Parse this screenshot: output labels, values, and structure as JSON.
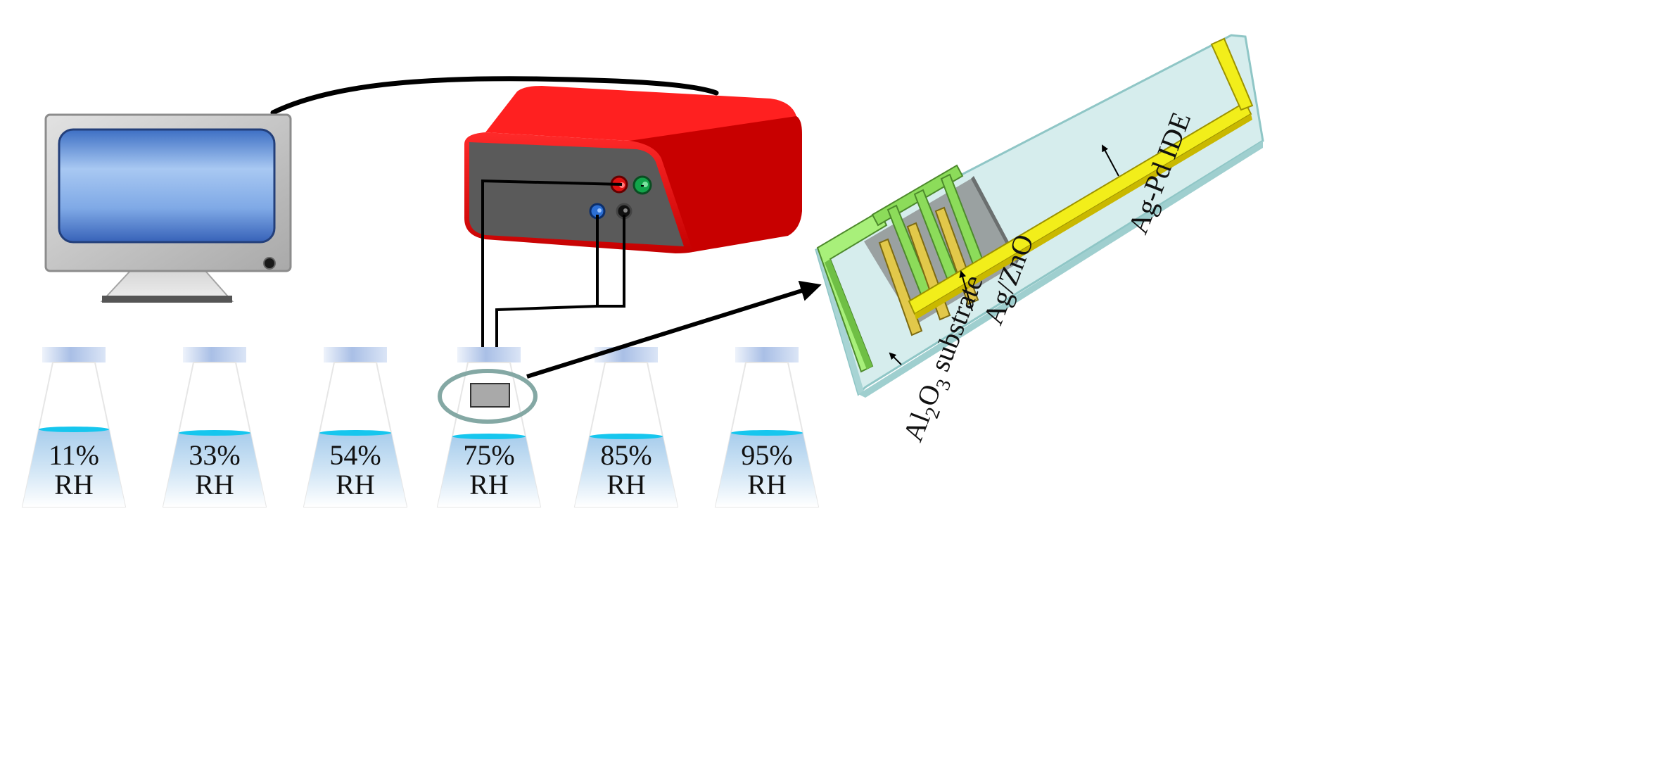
{
  "flasks": [
    {
      "humidity": "11%",
      "unit": "RH"
    },
    {
      "humidity": "33%",
      "unit": "RH"
    },
    {
      "humidity": "54%",
      "unit": "RH"
    },
    {
      "humidity": "75%",
      "unit": "RH"
    },
    {
      "humidity": "85%",
      "unit": "RH"
    },
    {
      "humidity": "95%",
      "unit": "RH"
    }
  ],
  "sensor": {
    "electrode_label": "Ag-Pd IDE",
    "film_label": "Ag/ZnO",
    "substrate_label_prefix": "Al",
    "substrate_label_sub1": "2",
    "substrate_label_mid": "O",
    "substrate_label_sub2": "3",
    "substrate_label_suffix": " substrate"
  },
  "colors": {
    "instrument_body": "#dd0000",
    "instrument_panel": "#5a5a5a",
    "monitor_frame": "#c4c4c4",
    "monitor_screen": "#8fb6ea",
    "water": "#16c6ee",
    "electrode": "#f2ee1a",
    "film": "#8cdc5a",
    "substrate": "#d3ecec"
  }
}
